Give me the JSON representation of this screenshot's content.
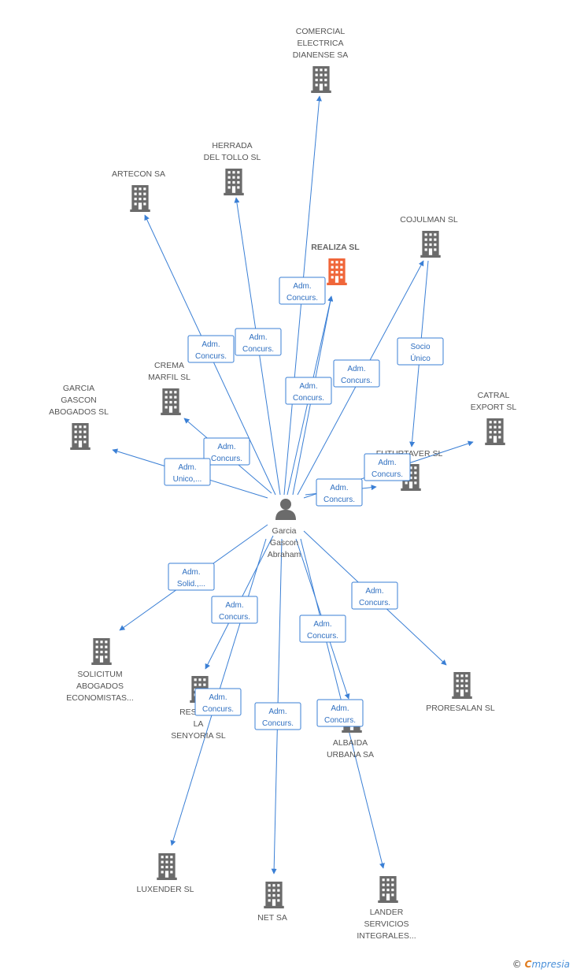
{
  "person": {
    "id": "person",
    "label": [
      "Garcia",
      "Gascon",
      "Abraham"
    ]
  },
  "nodes": [
    {
      "id": "realiza",
      "label": [
        "REALIZA SL"
      ],
      "focus": true
    },
    {
      "id": "comercial",
      "label": [
        "COMERCIAL",
        "ELECTRICA",
        "DIANENSE SA"
      ]
    },
    {
      "id": "herrada",
      "label": [
        "HERRADA",
        "DEL TOLLO SL"
      ]
    },
    {
      "id": "artecon",
      "label": [
        "ARTECON SA"
      ]
    },
    {
      "id": "cojulman",
      "label": [
        "COJULMAN SL"
      ]
    },
    {
      "id": "crema",
      "label": [
        "CREMA",
        "MARFIL SL"
      ]
    },
    {
      "id": "garciagascon",
      "label": [
        "GARCIA",
        "GASCON",
        "ABOGADOS  SL"
      ]
    },
    {
      "id": "catral",
      "label": [
        "CATRAL",
        "EXPORT SL"
      ]
    },
    {
      "id": "futurtaver",
      "label": [
        "FUTURTAVER SL"
      ]
    },
    {
      "id": "solicitum",
      "label": [
        "SOLICITUM",
        "ABOGADOS",
        "ECONOMISTAS..."
      ]
    },
    {
      "id": "residencial",
      "label": [
        "RESIDE...",
        "LA",
        "SENYORIA SL"
      ]
    },
    {
      "id": "albaida",
      "label": [
        "ALBAIDA",
        "URBANA SA"
      ]
    },
    {
      "id": "proresalan",
      "label": [
        "PRORESALAN SL"
      ]
    },
    {
      "id": "luxender",
      "label": [
        "LUXENDER SL"
      ]
    },
    {
      "id": "netsa",
      "label": [
        "NET SA"
      ]
    },
    {
      "id": "lander",
      "label": [
        "LANDER",
        "SERVICIOS",
        "INTEGRALES..."
      ]
    }
  ],
  "edges": [
    {
      "from": "person",
      "to": "realiza",
      "label": [
        "Adm.",
        "Concurs."
      ]
    },
    {
      "from": "person",
      "to": "realiza",
      "label": [
        "Adm.",
        "Concurs."
      ]
    },
    {
      "from": "person",
      "to": "comercial",
      "label": []
    },
    {
      "from": "person",
      "to": "herrada",
      "label": [
        "Adm.",
        "Concurs."
      ]
    },
    {
      "from": "person",
      "to": "artecon",
      "label": [
        "Adm.",
        "Concurs."
      ]
    },
    {
      "from": "person",
      "to": "cojulman",
      "label": [
        "Adm.",
        "Concurs."
      ]
    },
    {
      "from": "cojulman",
      "to": "futurtaver",
      "label": [
        "Socio",
        "Único"
      ]
    },
    {
      "from": "person",
      "to": "crema",
      "label": [
        "Adm.",
        "Concurs."
      ]
    },
    {
      "from": "person",
      "to": "garciagascon",
      "label": [
        "Adm.",
        "Unico,..."
      ]
    },
    {
      "from": "person",
      "to": "catral",
      "label": [
        "Adm.",
        "Concurs."
      ]
    },
    {
      "from": "person",
      "to": "futurtaver",
      "label": [
        "Adm.",
        "Concurs."
      ]
    },
    {
      "from": "person",
      "to": "solicitum",
      "label": [
        "Adm.",
        "Solid.,..."
      ]
    },
    {
      "from": "person",
      "to": "residencial",
      "label": [
        "Adm.",
        "Concurs."
      ]
    },
    {
      "from": "person",
      "to": "luxender",
      "label": [
        "Adm.",
        "Concurs."
      ]
    },
    {
      "from": "person",
      "to": "netsa",
      "label": [
        "Adm.",
        "Concurs."
      ]
    },
    {
      "from": "person",
      "to": "albaida",
      "label": [
        "Adm.",
        "Concurs."
      ]
    },
    {
      "from": "person",
      "to": "lander",
      "label": [
        "Adm.",
        "Concurs."
      ]
    },
    {
      "from": "person",
      "to": "proresalan",
      "label": [
        "Adm.",
        "Concurs."
      ]
    }
  ],
  "colors": {
    "edge": "#3a7fd5",
    "building": "#6b6b6b",
    "focus_building": "#f0663a",
    "person": "#6b6b6b"
  },
  "brand": {
    "copyright": "©",
    "logo_initial": "C",
    "logo_rest": "mpresia"
  }
}
